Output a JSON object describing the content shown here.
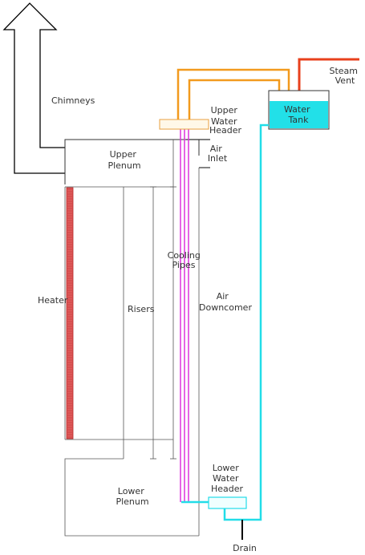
{
  "labels": {
    "chimneys": "Chimneys",
    "upper_plenum": [
      "Upper",
      "Plenum"
    ],
    "upper_water_header": [
      "Upper",
      "Water",
      "Header"
    ],
    "air_inlet": [
      "Air",
      "Inlet"
    ],
    "steam_vent": [
      "Steam",
      "Vent"
    ],
    "water_tank": [
      "Water",
      "Tank"
    ],
    "cooling_pipes": [
      "Cooling",
      "Pipes"
    ],
    "heater": "Heater",
    "risers": "Risers",
    "air_downcomer": [
      "Air",
      "Downcomer"
    ],
    "lower_water_header": [
      "Lower",
      "Water",
      "Header"
    ],
    "lower_plenum": [
      "Lower",
      "Plenum"
    ],
    "drain": "Drain"
  },
  "colors": {
    "structure": "#000000",
    "outline": "#555555",
    "heater_fill": "#e05a5a",
    "heater_edge": "#b22222",
    "water_pipe": "#22dde8",
    "water_tank": "#22e0e8",
    "hot_pipe": "#f29a1e",
    "steam_pipe": "#e8401c",
    "cooling_pipe": "#dd33dd",
    "header_upper": "#e8a040"
  }
}
